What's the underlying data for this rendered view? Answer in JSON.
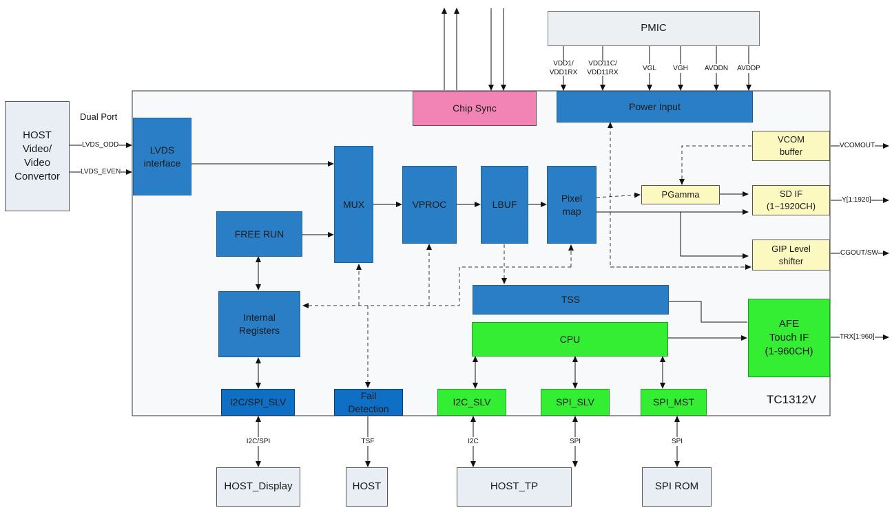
{
  "chip": {
    "name": "TC1312V"
  },
  "pmic": {
    "label": "PMIC"
  },
  "power_rails": [
    "VDD1/\nVDD1RX",
    "VDD11C/\nVDD11RX",
    "VGL",
    "VGH",
    "AVDDN",
    "AVDDP"
  ],
  "host_video": {
    "label": "HOST\nVideo/\nVideo\nConvertor"
  },
  "dual_port": "Dual Port",
  "lvds_odd": "LVDS_ODD",
  "lvds_even": "LVDS_EVEN",
  "blocks": {
    "lvds_interface": "LVDS\ninterface",
    "mux": "MUX",
    "vproc": "VPROC",
    "lbuf": "LBUF",
    "pixel_map": "Pixel\nmap",
    "free_run": "FREE RUN",
    "internal_registers": "Internal\nRegisters",
    "chip_sync": "Chip Sync",
    "power_input": "Power Input",
    "vcom_buffer": "VCOM\nbuffer",
    "pgamma": "PGamma",
    "sd_if": "SD IF\n(1~1920CH)",
    "gip_level_shifter": "GIP Level\nshifter",
    "tss": "TSS",
    "cpu": "CPU",
    "afe_touch_if": "AFE\nTouch IF\n(1-960CH)",
    "i2c_spi_slv": "I2C/SPI_SLV",
    "fail_detection": "Fail\nDetection",
    "i2c_slv": "I2C_SLV",
    "spi_slv": "SPI_SLV",
    "spi_mst": "SPI_MST"
  },
  "outputs": {
    "vcomout": "VCOMOUT",
    "y": "Y[1:1920]",
    "cgout": "CGOUT/SW",
    "trx": "TRX[1:960]"
  },
  "bus_labels": {
    "i2c_spi": "I2C/SPI",
    "tsf": "TSF",
    "i2c": "I2C",
    "spi_1": "SPI",
    "spi_2": "SPI"
  },
  "hosts": {
    "host_display": "HOST_Display",
    "host": "HOST",
    "host_tp": "HOST_TP",
    "spi_rom": "SPI ROM"
  }
}
